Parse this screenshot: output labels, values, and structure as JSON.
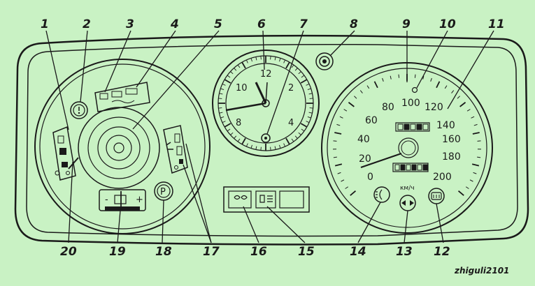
{
  "diagram": {
    "background_color": "#c9f2c4",
    "ink_color": "#1a1a1a",
    "callouts": [
      "1",
      "2",
      "3",
      "4",
      "5",
      "6",
      "7",
      "8",
      "9",
      "10",
      "11",
      "12",
      "13",
      "14",
      "15",
      "16",
      "17",
      "18",
      "19",
      "20"
    ],
    "speedometer": {
      "tick_labels": [
        "0",
        "20",
        "40",
        "60",
        "80",
        "100",
        "120",
        "140",
        "160",
        "180",
        "200"
      ],
      "unit": "км/ч"
    },
    "clock": {
      "numerals": [
        "12",
        "2",
        "4",
        "8",
        "10"
      ]
    },
    "parking_brake_symbol": "P",
    "fuel_gauge_marks": [
      "-",
      "+"
    ],
    "watermark": "zhiguli2101"
  }
}
